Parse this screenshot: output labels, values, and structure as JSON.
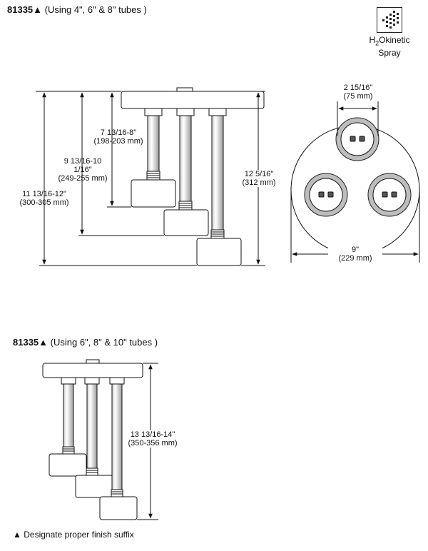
{
  "section1": {
    "model": "81335",
    "marker": "▲",
    "tubes_note": " (Using 4\", 6\" & 8\" tubes )",
    "dim_short_tube": [
      "7 13/16-8\"",
      "(198-203 mm)"
    ],
    "dim_mid_tube": [
      "9 13/16-10",
      "1/16\"",
      "(249-255 mm)"
    ],
    "dim_long_tube": [
      "11 13/16-12\"",
      "(300-305 mm)"
    ],
    "dim_total_height": [
      "12 5/16\"",
      "(312 mm)"
    ]
  },
  "top_view": {
    "dim_spacing": [
      "2 15/16\"",
      "(75 mm)"
    ],
    "dim_diameter": [
      "9\"",
      "(229 mm)"
    ]
  },
  "section2": {
    "model": "81335",
    "marker": "▲",
    "tubes_note": " (Using 6\", 8\" & 10\" tubes )",
    "dim_total_height": [
      "13 13/16-14\"",
      "(350-356 mm)"
    ]
  },
  "badge": {
    "icon": "h2okinetic-spray-icon",
    "line1_h": "H",
    "line1_sub": "2",
    "line1_rest": "Okinetic",
    "line2": "Spray"
  },
  "footnote": {
    "marker": "▲",
    "text": " Designate proper finish suffix"
  }
}
